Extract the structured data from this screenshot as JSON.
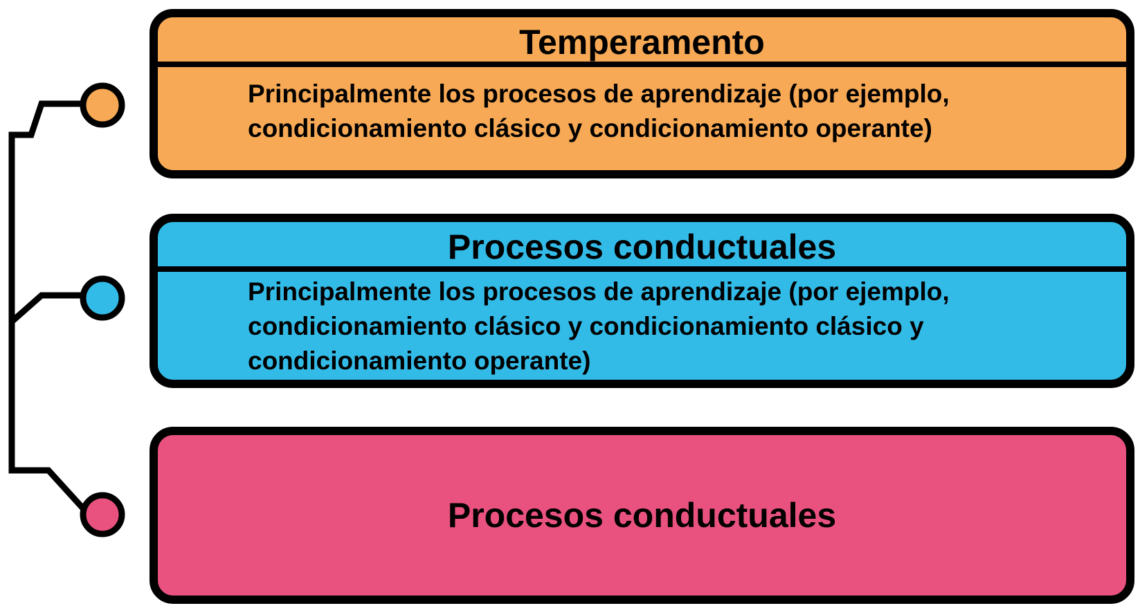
{
  "colors": {
    "orange": "#F7A955",
    "blue": "#33BBE8",
    "pink": "#E9527F",
    "outline": "#000000"
  },
  "boxes": [
    {
      "title": "Temperamento",
      "description": "Principalmente los procesos de aprendizaje (por ejemplo, condicionamiento clásico y condicionamiento operante)"
    },
    {
      "title": "Procesos conductuales",
      "description": "Principalmente los procesos de aprendizaje (por ejemplo, condicionamiento clásico y condicionamiento clásico y condicionamiento operante)"
    },
    {
      "title": "Procesos conductuales"
    }
  ]
}
